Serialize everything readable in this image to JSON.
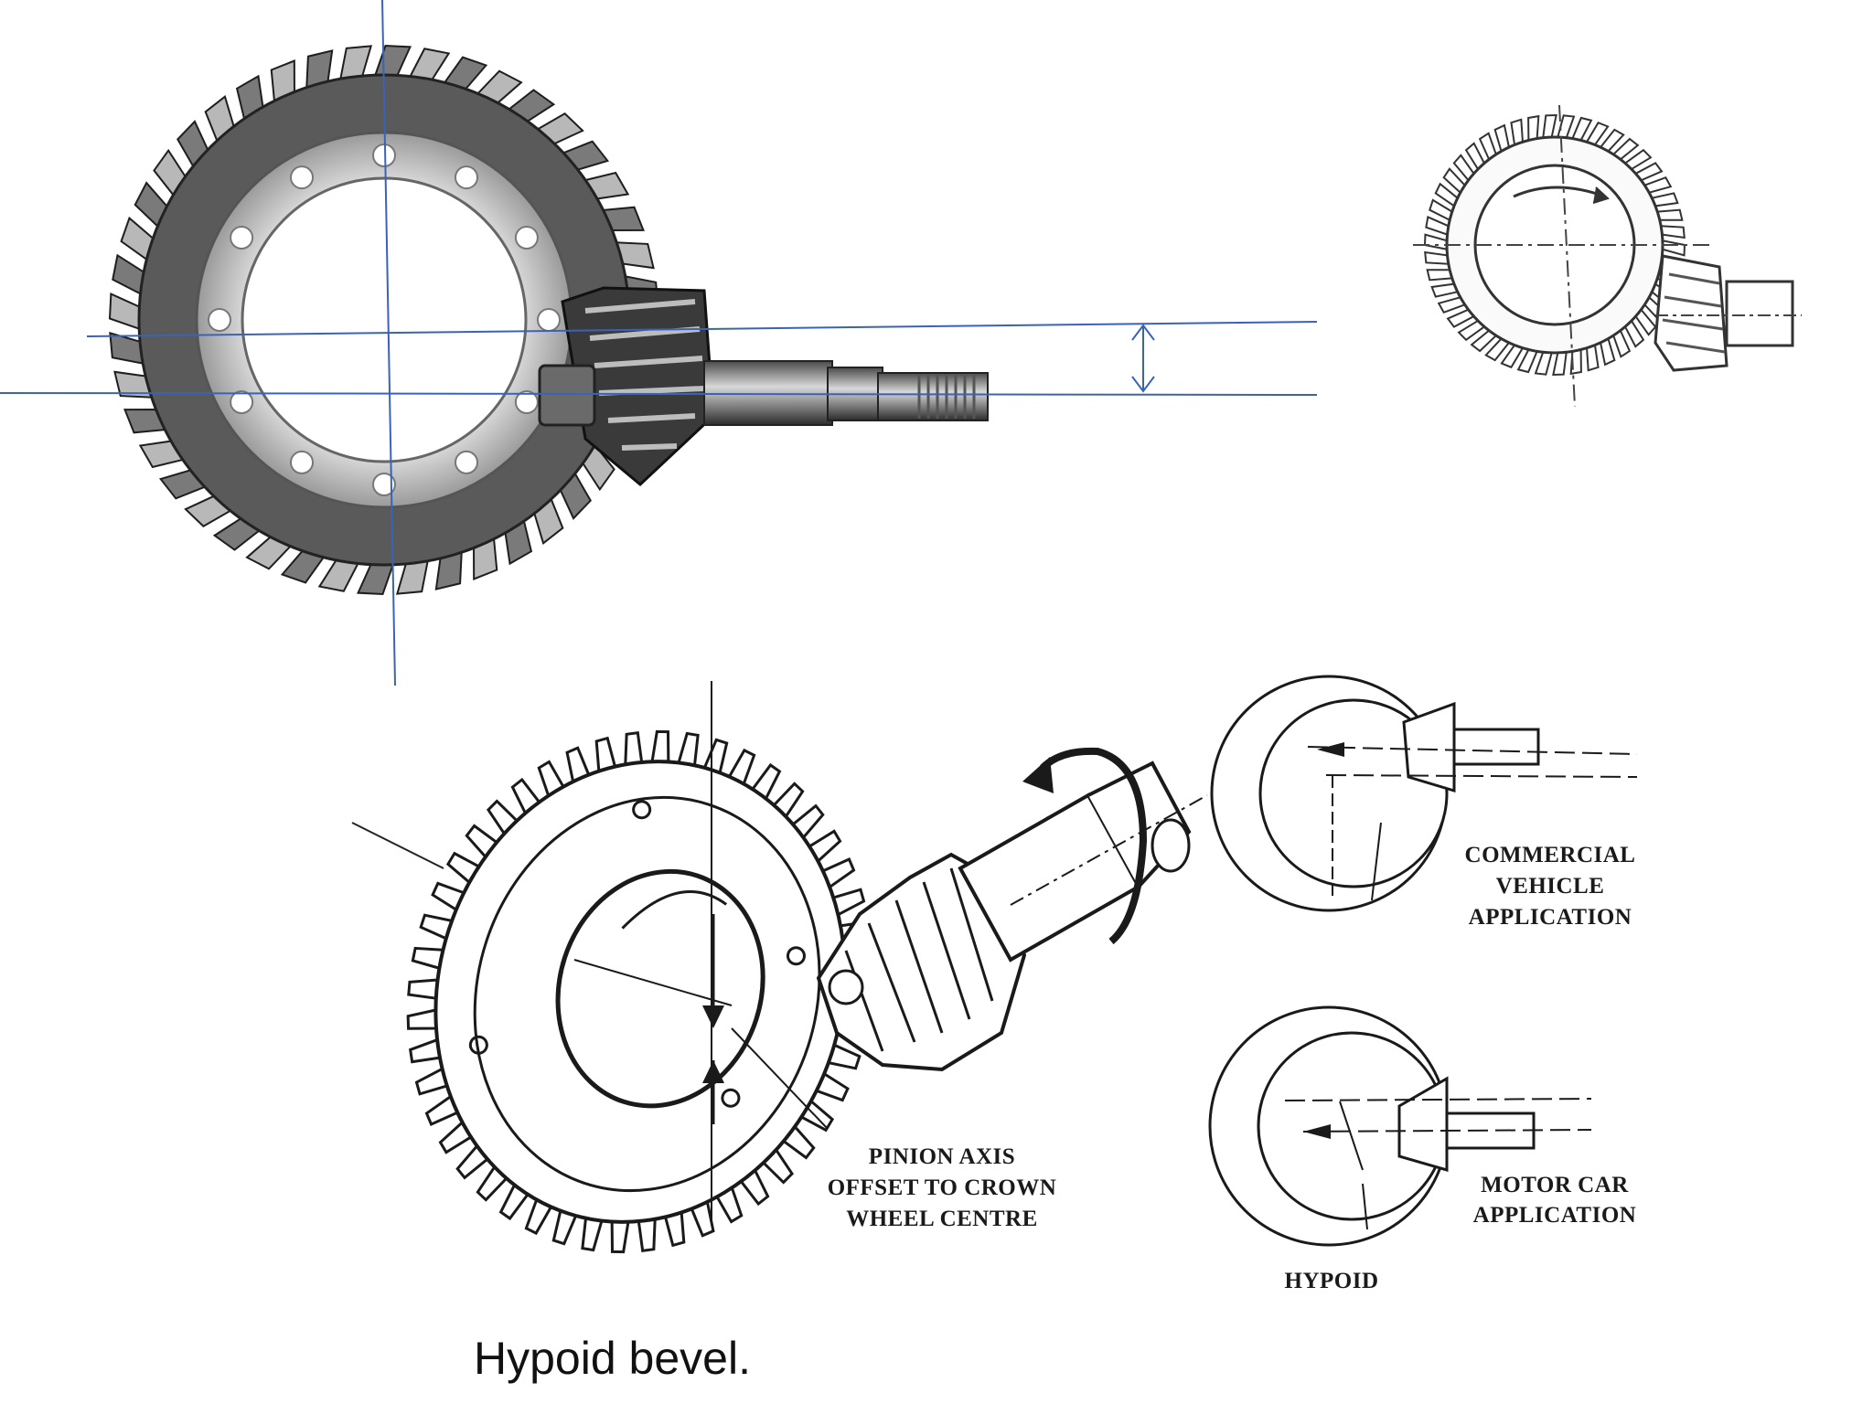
{
  "colors": {
    "guide_line": "#3a63b8",
    "metal_dark": "#2a2a2a",
    "metal_mid": "#8a8a8a",
    "metal_light": "#d6d6d6",
    "ink": "#1a1a1a"
  },
  "labels": {
    "commercial": [
      "COMMERCIAL",
      "VEHICLE",
      "APPLICATION"
    ],
    "motor_car": [
      "MOTOR CAR",
      "APPLICATION"
    ],
    "offset": [
      "PINION AXIS",
      "OFFSET TO CROWN",
      "WHEEL CENTRE"
    ],
    "hypoid": "HYPOID"
  },
  "caption": "Hypoid bevel.",
  "icons": {
    "photo": "crown-wheel-and-pinion-photo",
    "top_right": "crown-wheel-pinion-line-drawing",
    "bottom_left": "hypoid-gear-set-sketch",
    "commercial": "commercial-vehicle-offset-diagram",
    "motor_car": "motor-car-offset-diagram",
    "rotation": "rotation-arrow-icon",
    "offset_arrow": "double-headed-arrow-icon"
  }
}
